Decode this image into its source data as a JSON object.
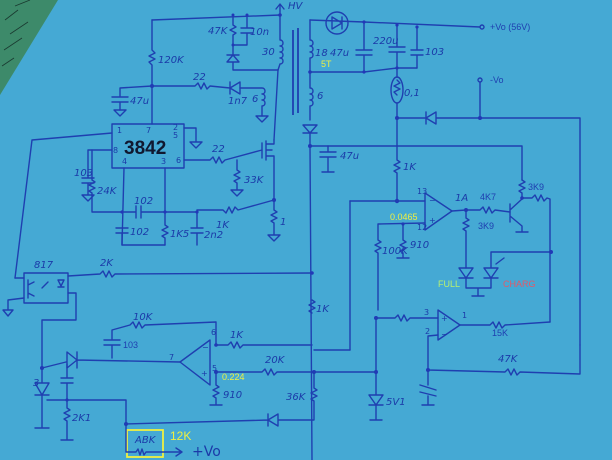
{
  "title": "3842 flyback charger schematic (hand-drawn)",
  "colors": {
    "paper": "#45a9d4",
    "ink": "#1f3fb0",
    "annotation_yellow": "#f0f040",
    "annotation_green": "#b8f070",
    "annotation_red": "#e05a6a"
  },
  "ic": {
    "name": "3842",
    "pins": {
      "p1": "1",
      "p2": "2",
      "p3": "3",
      "p4": "4",
      "p5": "5",
      "p6": "6",
      "p7": "7",
      "p8": "8"
    }
  },
  "primary": {
    "hv_label": "HV",
    "r_start": "120K",
    "c_vcc": "47u",
    "r_aux": "22",
    "d_aux": "1n7",
    "aux_turns": "6",
    "snubber_r": "47K",
    "snubber_c": "10n",
    "primary_turns": "30",
    "gate_r": "22",
    "gate_pulldown": "33K",
    "sense_r": "1",
    "sense_filter_r": "1K",
    "sense_filter_c": "2n2",
    "rt": "24K",
    "ct_vref": "103",
    "c_comp": "102",
    "c_comp2": "102",
    "r_comp": "1K5"
  },
  "secondary": {
    "turns_main": "18",
    "turns_main_note": "5T",
    "turns_aux": "6",
    "c_out1": "47u",
    "c_out2": "220u",
    "c_out3": "103",
    "vout_pos": "+Vo (56V)",
    "vout_neg": "-Vo",
    "shunt": "0,1",
    "c_aux": "47u"
  },
  "current_sense": {
    "r_in": "1K",
    "pin_inv": "13",
    "pin_noninv": "12",
    "ref_voltage": "0.0465",
    "r_div_top": "100K",
    "r_div_bot": "910",
    "out_label": "1A",
    "r_base": "4K7",
    "r_led": "3K9",
    "r_collector": "3K9",
    "r_coll2": "",
    "led_full": "FULL",
    "led_charge": "CHARG"
  },
  "voltage_loop": {
    "optocoupler": "817",
    "r_opto": "2K",
    "r_fb": "10K",
    "c_fb": "103",
    "pin_out": "7",
    "pin_inv": "6",
    "pin_noninv": "5",
    "r_inv": "1K",
    "r_noninv": "20K",
    "ref_voltage": "0.224",
    "r_ref_bot": "910",
    "r_div": "36K",
    "r_div_top": "1K",
    "tl431_pin": "3",
    "tl431_r": "2K1",
    "adj_pot": "ABK",
    "adj_pot_value": "12K",
    "vout_label": "+Vo"
  },
  "comparator": {
    "pin_noninv": "3",
    "pin_inv": "2",
    "pin_out": "1",
    "r_out": "15K",
    "r_fb": "47K",
    "zener": "5V1"
  }
}
